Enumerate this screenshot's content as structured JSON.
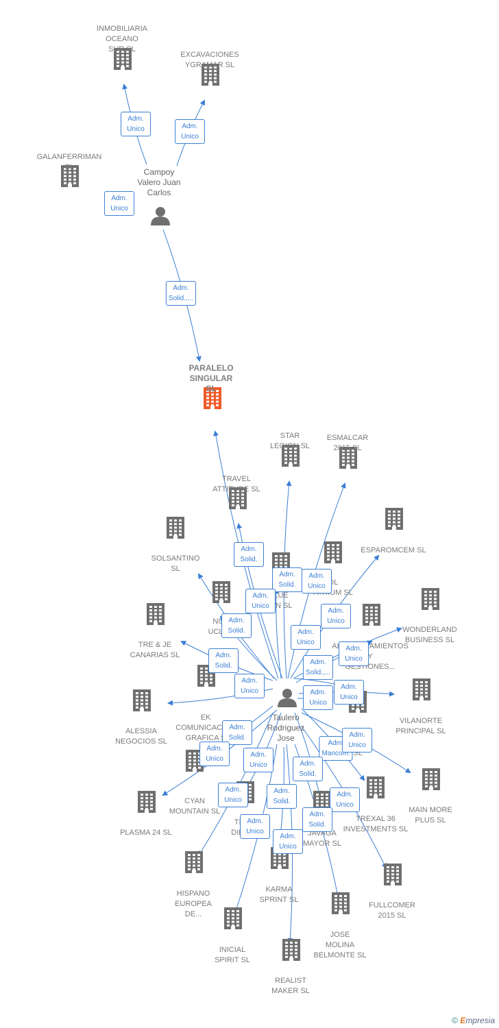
{
  "companies": [
    {
      "id": "c_ocean",
      "label": "INMOBILIARIA\nOCEANO\nSUR  SL"
    },
    {
      "id": "c_exc",
      "label": "EXCAVACIONES\nYGRAMAR SL"
    },
    {
      "id": "c_galan",
      "label": "GALANFERRIMAN\nSL"
    },
    {
      "id": "c_paralelo",
      "label": "PARALELO\nSINGULAR\nSL",
      "highlight": true
    },
    {
      "id": "c_star",
      "label": "STAR\nLEGION  SL"
    },
    {
      "id": "c_esmal",
      "label": "ESMALCAR\n2015  SL"
    },
    {
      "id": "c_travel",
      "label": "TRAVEL\nATTITUDE  SL"
    },
    {
      "id": "c_solsan",
      "label": "SOLSANTINO\nSL"
    },
    {
      "id": "c_esparo",
      "label": "ESPAROMCEM SL"
    },
    {
      "id": "c_wonder",
      "label": "WONDERLAND\nBUSINESS  SL"
    },
    {
      "id": "c_tre",
      "label": "TRE & JE\nCANARIAS  SL"
    },
    {
      "id": "c_nue",
      "label": "NUE\nUCLES"
    },
    {
      "id": "c_clue",
      "label": "LUE\nON  SL"
    },
    {
      "id": "c_atrium",
      "label": "OL\nATRIUM  SL"
    },
    {
      "id": "c_alquil",
      "label": "ALQUILERAMIENTOS\nY\nGESTIONES..."
    },
    {
      "id": "c_alessia",
      "label": "ALESSIA\nNEGOCIOS  SL"
    },
    {
      "id": "c_ek",
      "label": "EK\nCOMUNICACION\nGRAFICA  S"
    },
    {
      "id": "c_vilan",
      "label": "VILANORTE\nPRINCIPAL  SL"
    },
    {
      "id": "c_cia",
      "label": "CIA\nSL"
    },
    {
      "id": "c_cyan",
      "label": "CYAN\nMOUNTAIN  SL"
    },
    {
      "id": "c_plasma",
      "label": "PLASMA 24 SL"
    },
    {
      "id": "c_time",
      "label": "TIME\nDINAM"
    },
    {
      "id": "c_trexal",
      "label": "TREXAL 36\nINVESTMENTS SL"
    },
    {
      "id": "c_mainmore",
      "label": "MAIN MORE\nPLUS  SL"
    },
    {
      "id": "c_javaga",
      "label": "JAVAGA\nMAYOR  SL"
    },
    {
      "id": "c_hispano",
      "label": "HISPANO\nEUROPEA\nDE..."
    },
    {
      "id": "c_karma",
      "label": "KARMA\nSPRINT  SL"
    },
    {
      "id": "c_fullc",
      "label": "FULLCOMER\n2015  SL"
    },
    {
      "id": "c_jose",
      "label": "JOSE\nMOLINA\nBELMONTE  SL"
    },
    {
      "id": "c_inicial",
      "label": "INICIAL\nSPIRIT  SL"
    },
    {
      "id": "c_realist",
      "label": "REALIST\nMAKER  SL"
    }
  ],
  "persons": [
    {
      "id": "p_campoy",
      "label": "Campoy\nValero Juan\nCarlos"
    },
    {
      "id": "p_taulero",
      "label": "Taulero\nRodriguez\nJose"
    }
  ],
  "roles": [
    "Adm.\nUnico",
    "Adm.\nUnico",
    "Adm.\nUnico",
    "Adm.\nSolid.,...",
    "Adm.\nSolid.",
    "Adm.\nSolid.",
    "Adm.\nUnico",
    "Adm.\nUnico",
    "Adm.\nSolid.",
    "Adm.\nUnico",
    "Adm.\nSolid.",
    "Adm.\nSolid.",
    "Adm.\nUnico",
    "Adm.\nUnico",
    "Adm.\nSolid.,...",
    "Adm.\nUnico",
    "Adm.\nUnico",
    "Adm.\nUnico",
    "Adm.\nUnico",
    "Adm.\nSolid.",
    "Adm.\nUnico",
    "Adm.\nMancom.",
    "Adm.\nUnico",
    "Adm.\nUnico",
    "Adm.\nSolid.",
    "Adm.\nUnico",
    "Adm.\nSolid.",
    "Adm.\nUnico",
    "Adm.\nSolid.",
    "Adm.\nUnico",
    "Adm.\nUnico"
  ],
  "footer": {
    "copyright": "©",
    "brand_e": "E",
    "brand_rest": "mpresia"
  },
  "colors": {
    "edge": "#3b7fd4",
    "building": "#6f6f6f",
    "highlight": "#f05a28",
    "person": "#6f6f6f"
  }
}
